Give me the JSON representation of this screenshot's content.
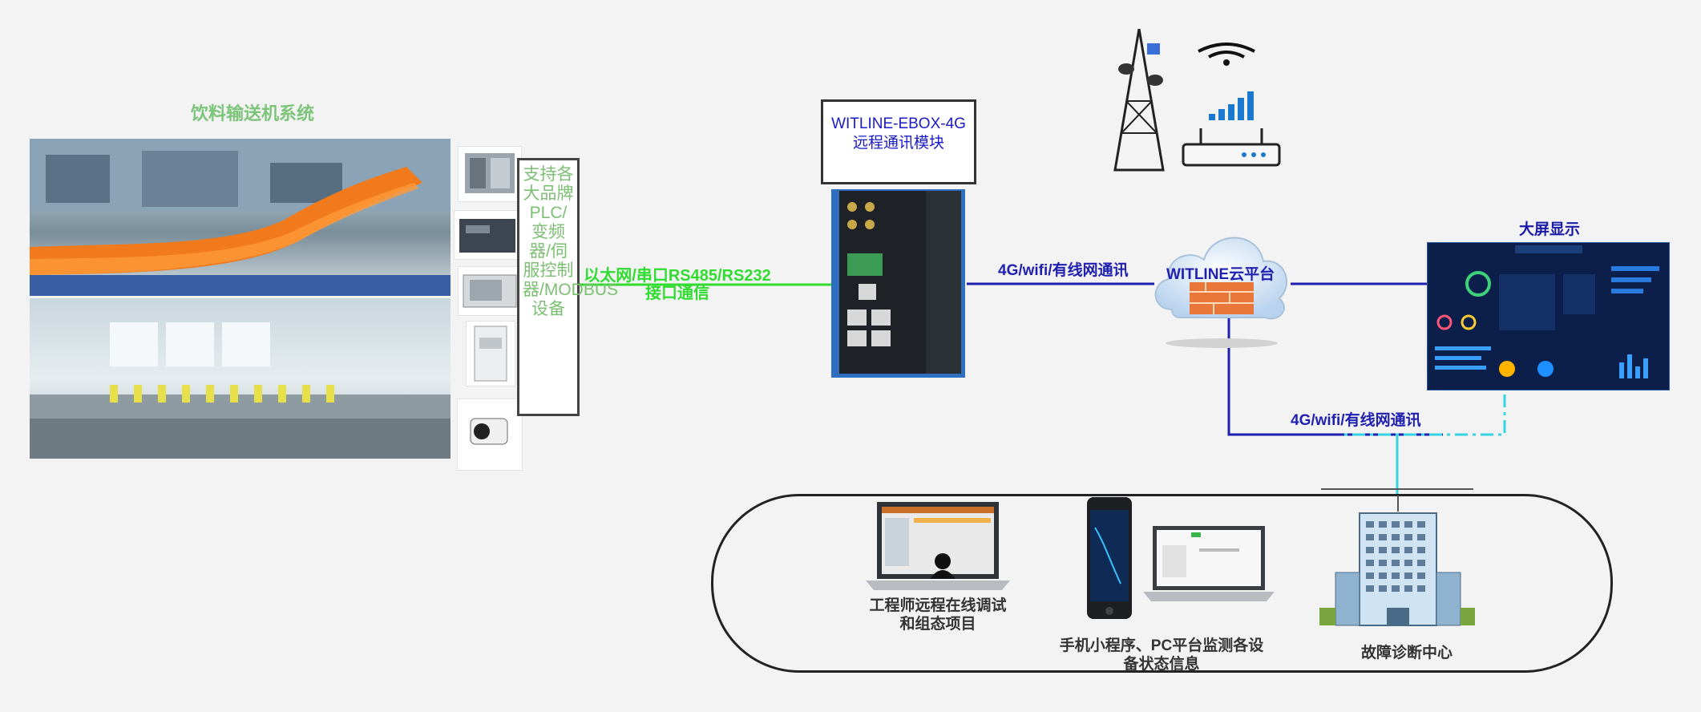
{
  "left_system": {
    "title": "饮料输送机系统",
    "devices_label": "支持各大品牌PLC/变频器/伺服控制器/MODBUS设备"
  },
  "links": {
    "ethernet_serial": "以太网/串口RS485/RS232接口通信",
    "to_cloud": "4G/wifi/有线网通讯",
    "to_clients": "4G/wifi/有线网通讯"
  },
  "module": {
    "label": "WITLINE-EBOX-4G远程通讯模块"
  },
  "cloud": {
    "label": "WITLINE云平台"
  },
  "screen": {
    "title": "大屏显示"
  },
  "clients": {
    "engineer": "工程师远程在线调试和组态项目",
    "mobile_pc": "手机小程序、PC平台监测各设备状态信息",
    "diagnosis": "故障诊断中心"
  },
  "colors": {
    "green_title": "#7cc47a",
    "green_link": "#2fdc2f",
    "blue_link": "#1f1fb0",
    "cyan_link": "#33d6e0"
  }
}
